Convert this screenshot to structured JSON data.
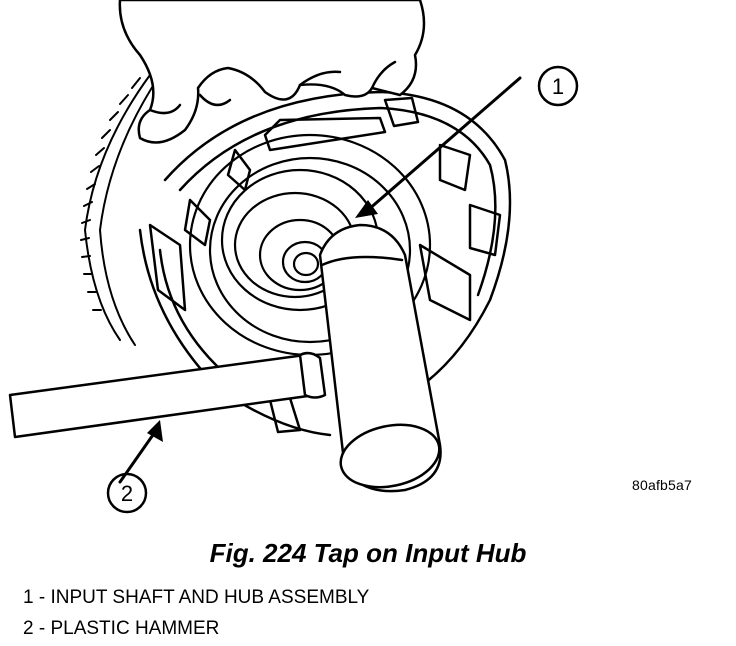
{
  "figure": {
    "image_code": "80afb5a7",
    "caption": "Fig. 224 Tap on Input Hub",
    "callouts": [
      "1",
      "2"
    ],
    "legend": [
      {
        "number": "1",
        "separator": "-",
        "text": "INPUT SHAFT AND HUB ASSEMBLY"
      },
      {
        "number": "2",
        "separator": "-",
        "text": "PLASTIC HAMMER"
      }
    ],
    "icons": [
      "hand",
      "transmission-clutch-housing",
      "input-hub",
      "plastic-hammer",
      "callout-arrow"
    ],
    "colors": {
      "ink": "#000000",
      "paper": "#ffffff"
    }
  }
}
